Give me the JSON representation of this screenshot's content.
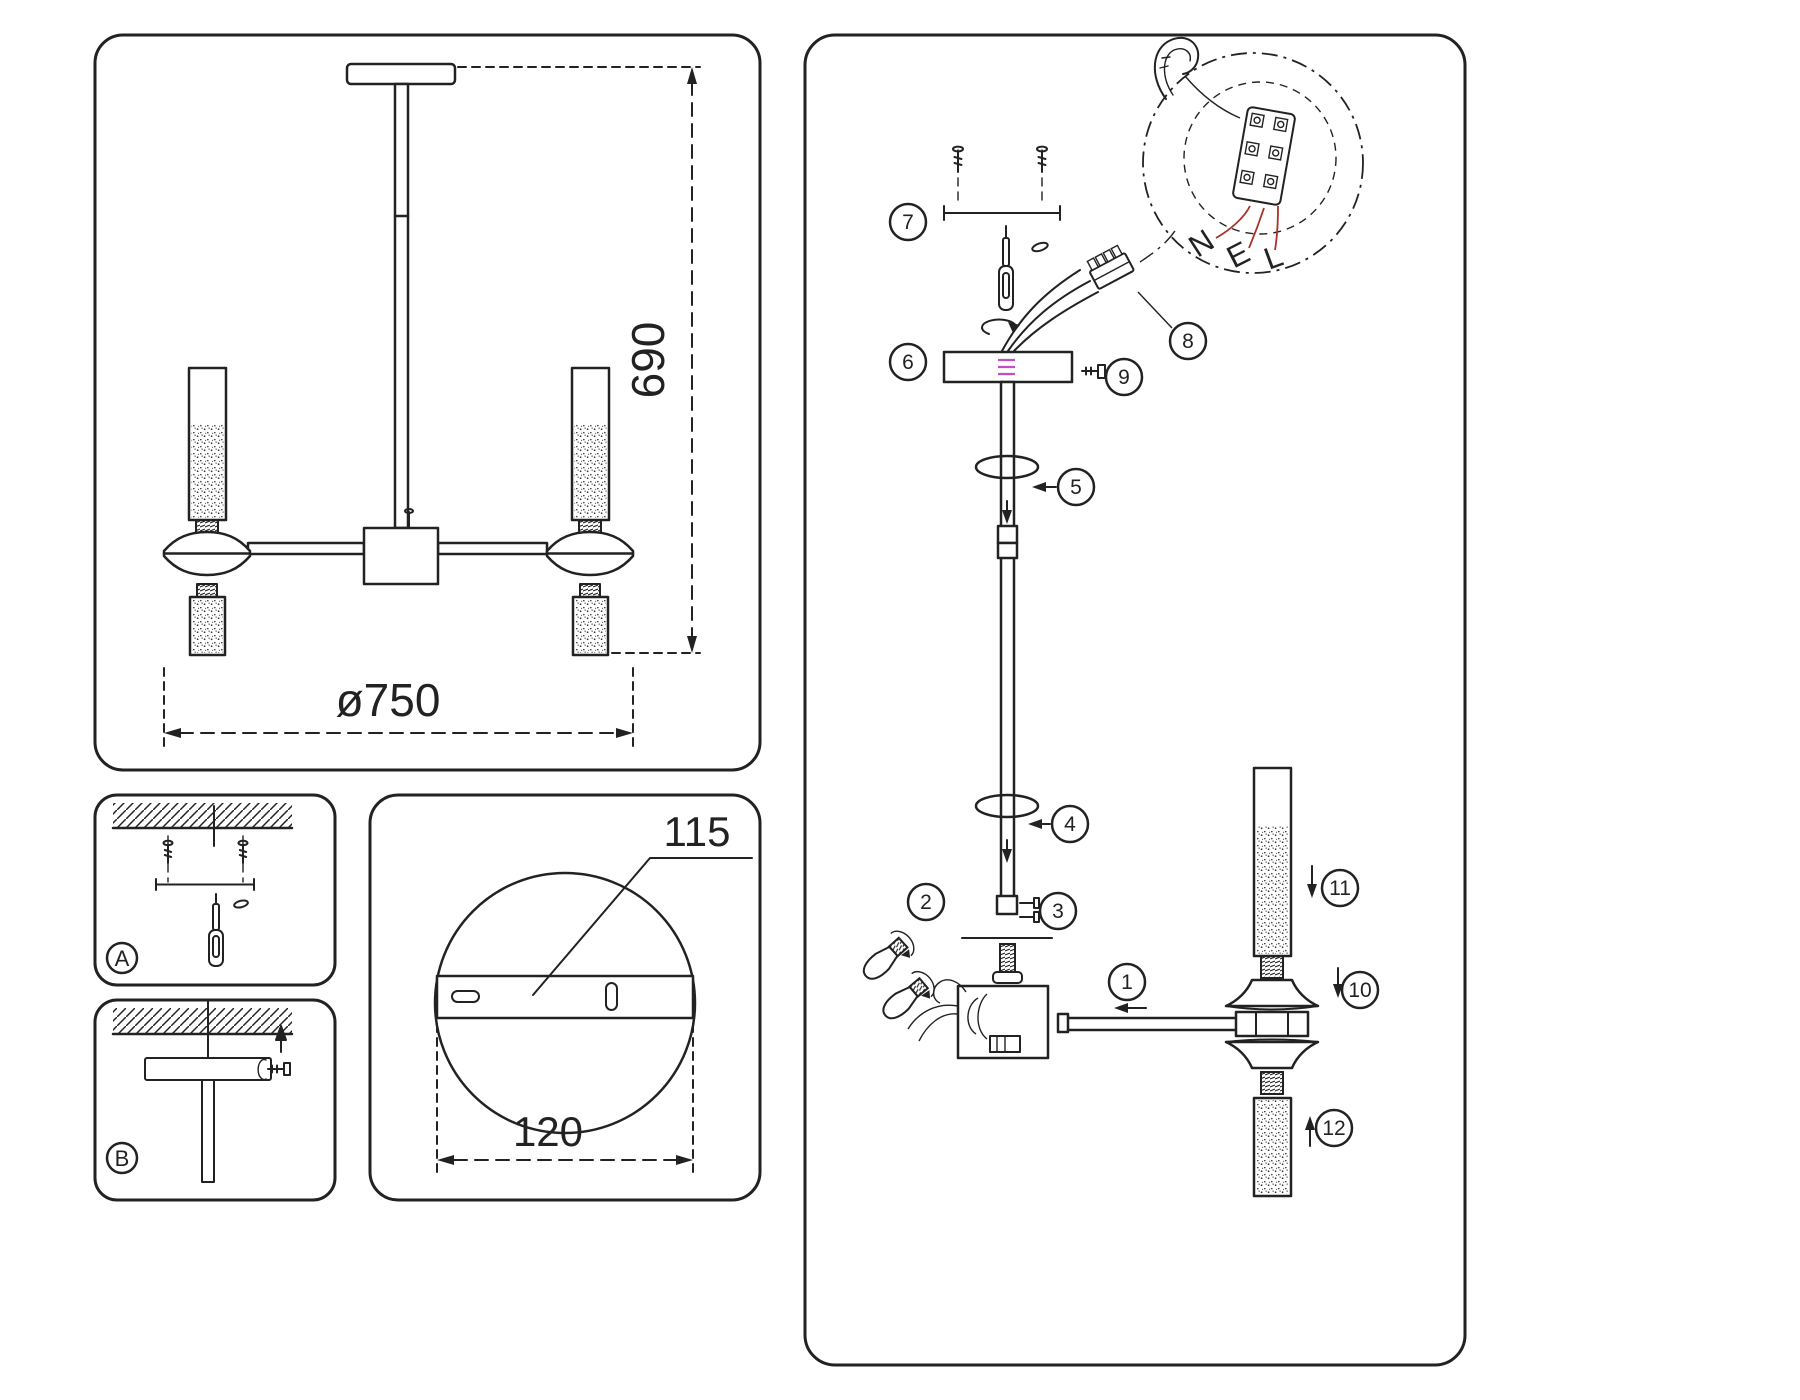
{
  "page": {
    "background": "#ffffff",
    "colors": {
      "line": "#222222",
      "wire_leader_red": "#a93226",
      "wire_hint_magenta": "#c24fc2"
    }
  },
  "main_view": {
    "height_dim": "690",
    "diameter_dim": "ø750"
  },
  "details": {
    "a_label": "A",
    "b_label": "B"
  },
  "canopy_view": {
    "hole_spacing_dim": "115",
    "plate_width_dim": "120"
  },
  "assembly": {
    "step_labels": [
      "1",
      "2",
      "3",
      "4",
      "5",
      "6",
      "7",
      "8",
      "9",
      "10",
      "11",
      "12"
    ],
    "terminal_labels": [
      "N",
      "E",
      "L"
    ]
  }
}
